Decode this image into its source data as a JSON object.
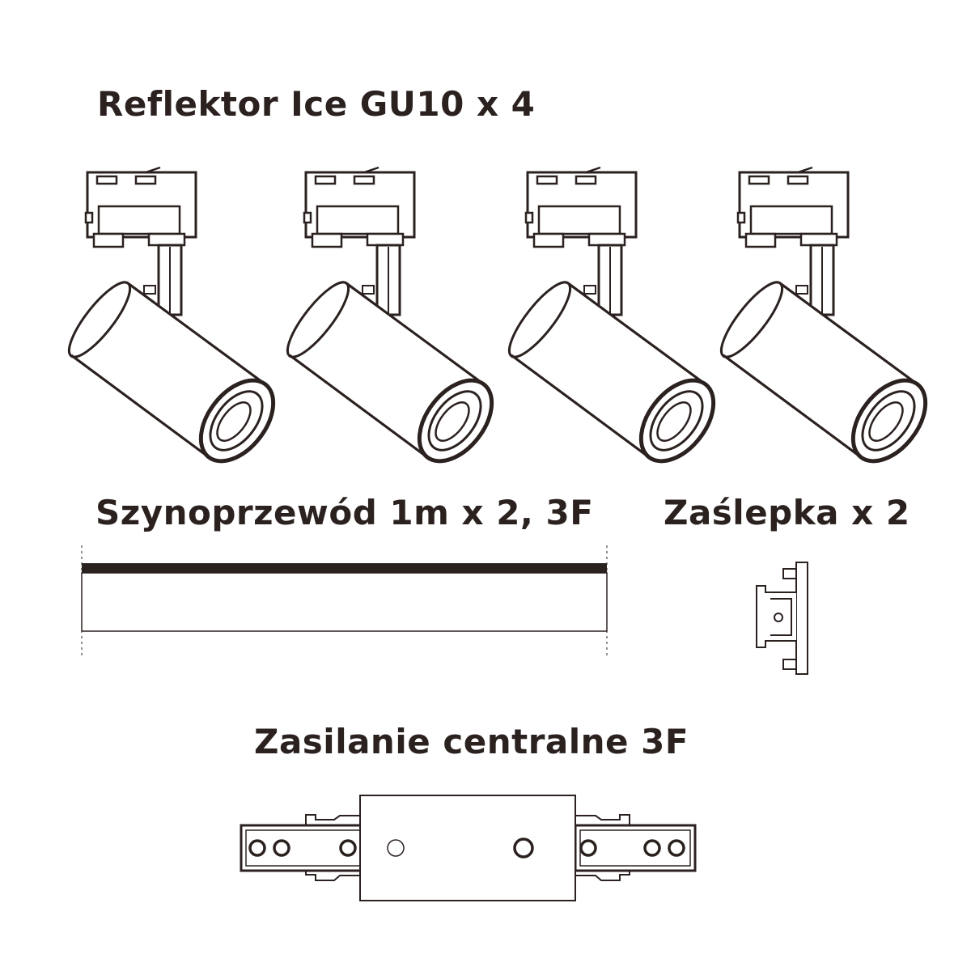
{
  "labels": {
    "reflector": "Reflektor Ice GU10 x 4",
    "rail": "Szynoprzewód 1m x 2, 3F",
    "end_cap": "Zaślepka x 2",
    "central_feed": "Zasilanie centralne 3F"
  },
  "colors": {
    "ink": "#2b2220",
    "background": "#ffffff"
  },
  "parts": {
    "spotlight_count": 4
  }
}
